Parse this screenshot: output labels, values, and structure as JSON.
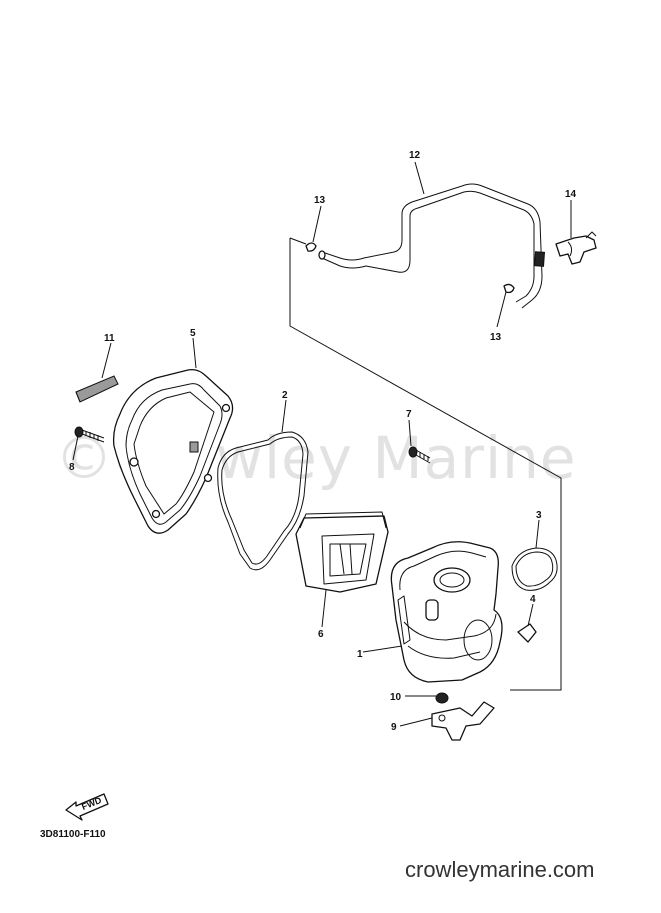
{
  "watermark": "©Crowley Marine",
  "diagram_code": "3D81100-F110",
  "footer_site": "crowleymarine.com",
  "fwd_label": "FWD",
  "callouts": {
    "c1": "1",
    "c2": "2",
    "c3": "3",
    "c4": "4",
    "c5": "5",
    "c6": "6",
    "c7": "7",
    "c8": "8",
    "c9": "9",
    "c10": "10",
    "c11": "11",
    "c12": "12",
    "c13a": "13",
    "c13b": "13",
    "c14": "14"
  }
}
